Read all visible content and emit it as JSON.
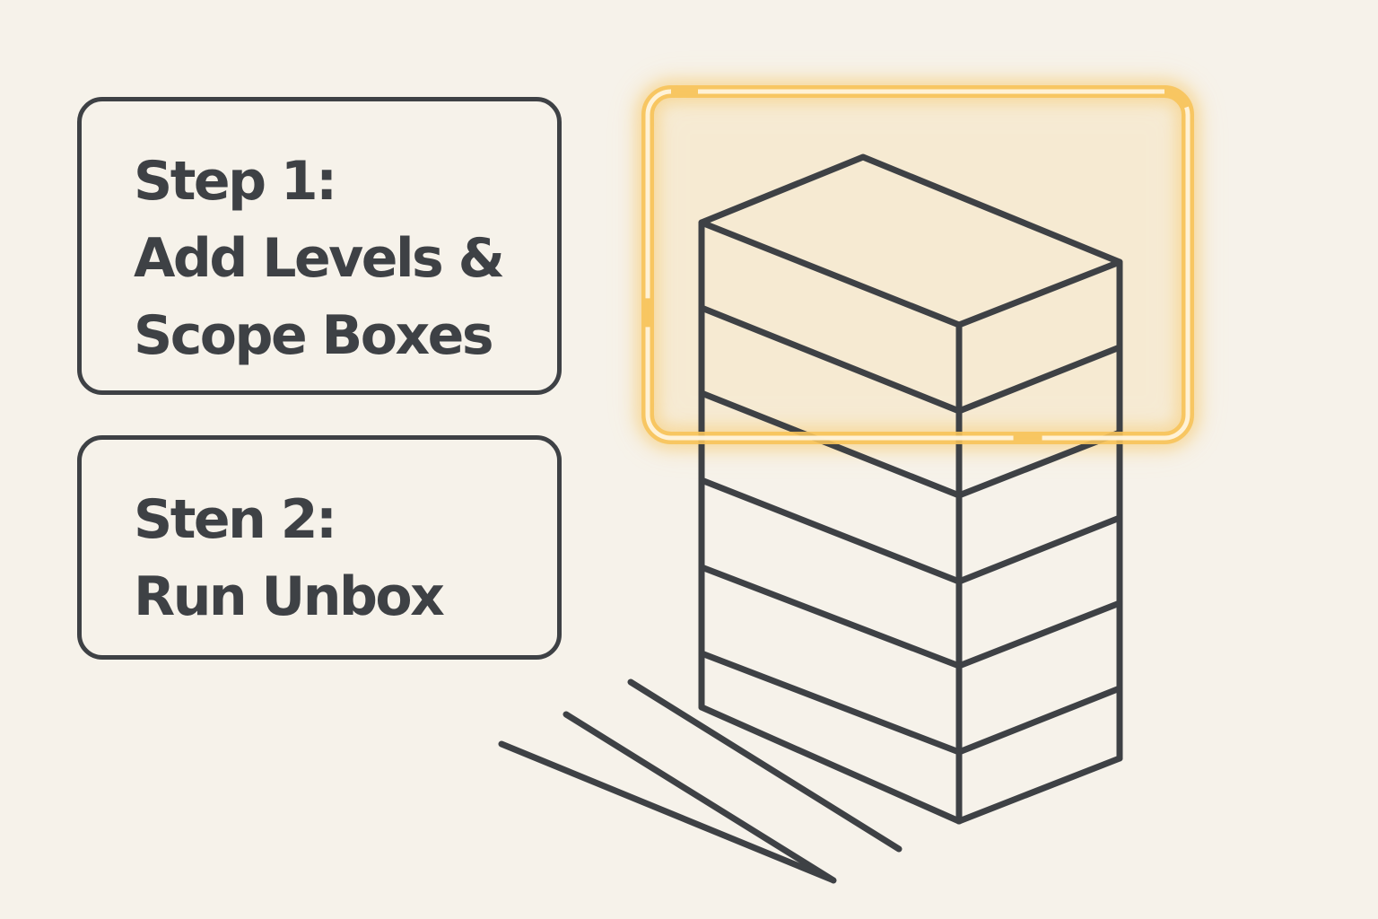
{
  "steps": [
    {
      "lines": [
        "Step 1:",
        "Add Levels &",
        "Scope Boxes"
      ]
    },
    {
      "lines": [
        "Sten 2:",
        "Run Unbox"
      ]
    }
  ],
  "colors": {
    "background": "#f6f2ea",
    "stroke": "#3e4145",
    "highlight": "#f7c35a",
    "highlight_inner": "#fff4dc"
  },
  "icons": {
    "building": "stacked-levels-building-icon",
    "scope_box": "scope-box-highlight"
  }
}
